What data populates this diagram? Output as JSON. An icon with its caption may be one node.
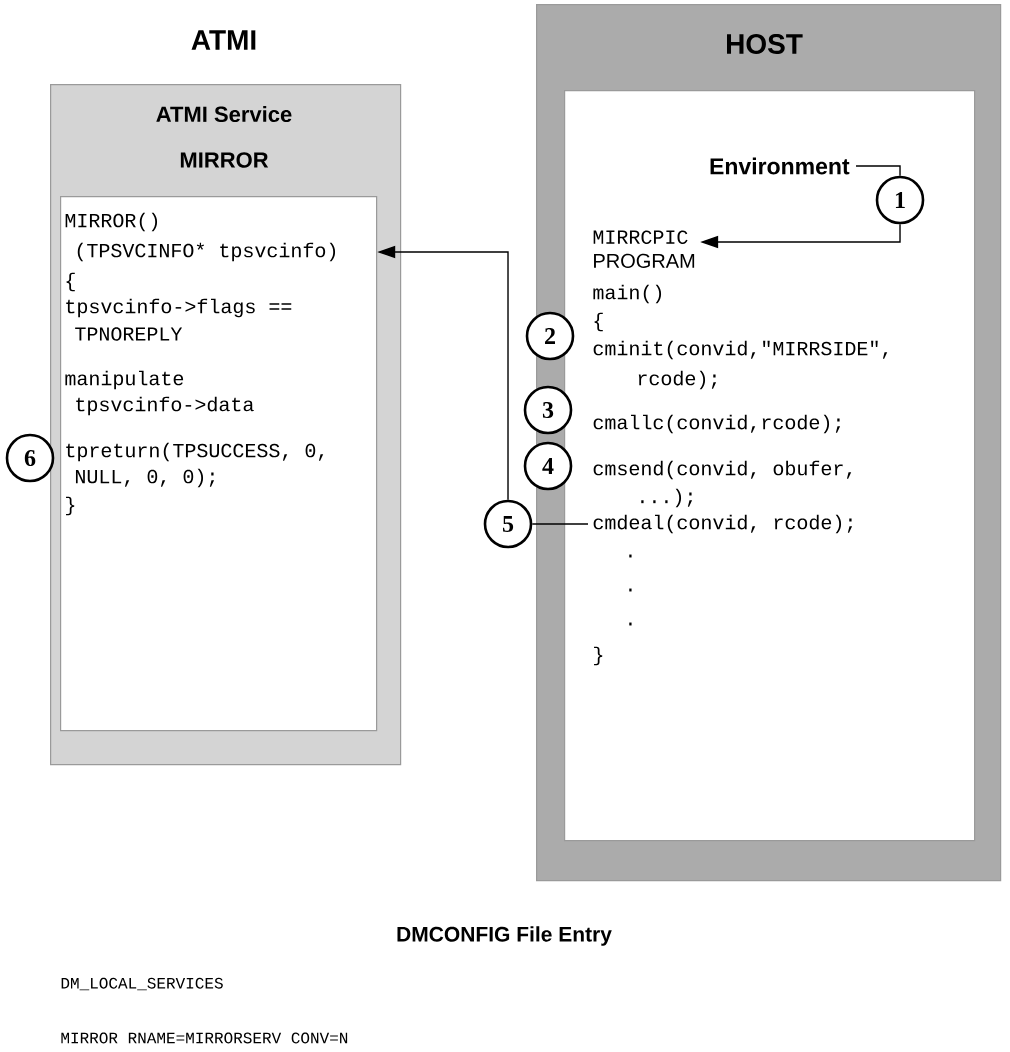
{
  "diagram": {
    "nodes": [
      {
        "text": [
          "ATMI",
          "ATMI Service",
          "MIRROR"
        ]
      },
      {
        "text": [
          "MIRROR()",
          "(TPSVCINFO* tpsvcinfo)",
          "{",
          "tpsvcinfo->flags ==",
          "TPNOREPLY",
          "manipulate",
          "tpsvcinfo->data",
          "tpreturn(TPSUCCESS, 0,",
          "NULL, 0, 0);",
          "}"
        ],
        "in": 0
      },
      {
        "text": [
          "6"
        ]
      },
      {
        "text": [
          "HOST"
        ]
      },
      {
        "text": [
          "main()",
          "{",
          "cminit(convid,\"MIRRSIDE\",",
          "rcode);",
          "cmallc(convid,rcode);",
          "cmsend(convid, obufer,",
          "...);",
          ".",
          ".",
          ".",
          "}"
        ],
        "in": 3
      },
      {
        "text": [
          "Environment"
        ],
        "in": 4
      },
      {
        "text": [
          "MIRRCPIC",
          "PROGRAM"
        ],
        "in": 4
      },
      {
        "text": [
          "cmdeal(convid, rcode);"
        ],
        "in": 4
      },
      {
        "text": [
          "1"
        ],
        "in": 4
      },
      {
        "text": [
          "2"
        ]
      },
      {
        "text": [
          "3"
        ]
      },
      {
        "text": [
          "4"
        ]
      },
      {
        "text": [
          "5"
        ]
      }
    ],
    "edges": [
      {
        "from": 5,
        "to": 8,
        "arrow": "none"
      },
      {
        "from": 8,
        "to": 6,
        "arrow": "to"
      },
      {
        "from": 12,
        "to": 7,
        "arrow": "none"
      },
      {
        "from": 12,
        "to": 1,
        "arrow": "to"
      }
    ],
    "labels": [
      "DMCONFIG File Entry",
      "DM_LOCAL_SERVICES",
      "MIRROR RNAME=MIRRORSERV CONV=N"
    ]
  }
}
